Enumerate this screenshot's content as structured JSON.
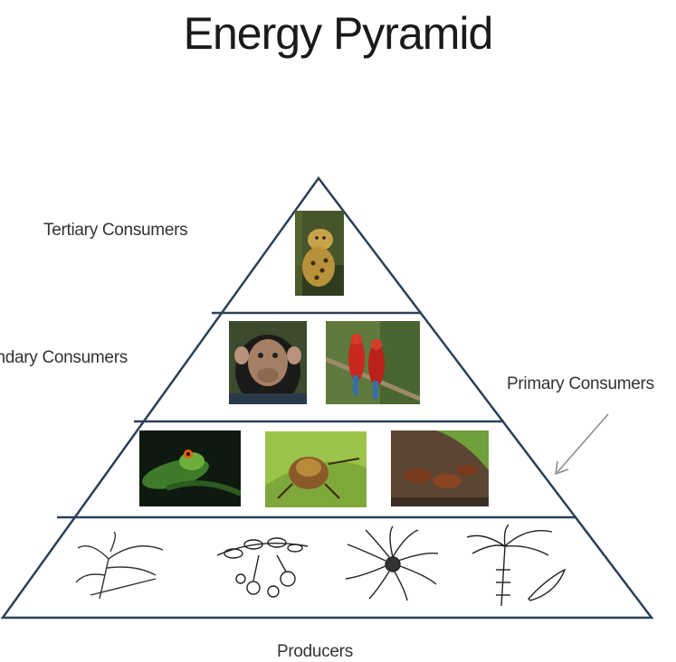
{
  "title": "Energy Pyramid",
  "levels": {
    "tertiary": "Tertiary Consumers",
    "secondary": "condary Consumers",
    "primary": "Primary Consumers",
    "producers": "Producers"
  },
  "images": {
    "tertiary": [
      "jaguar"
    ],
    "secondary": [
      "chimpanzee",
      "macaws"
    ],
    "primary": [
      "tree-frog",
      "beetle",
      "ants"
    ],
    "producers": [
      "plant-sketch-1",
      "plant-sketch-2",
      "flower-sketch",
      "palm-sketch"
    ]
  }
}
